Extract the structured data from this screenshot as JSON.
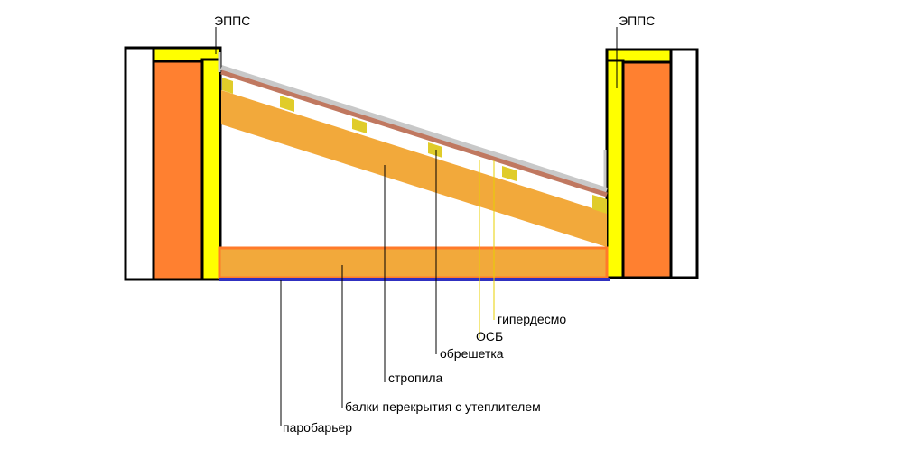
{
  "labels": {
    "epps_left": "ЭППС",
    "epps_right": "ЭППС",
    "hyperdesmo": "гипердесмо",
    "osb": "ОСБ",
    "obreshetka": "обрешетка",
    "stropila": "стропила",
    "balki": "балки перекрытия с утеплителем",
    "parobarier": "паробарьер"
  },
  "colors": {
    "outline": "#000000",
    "wall_fill": "#ffffff",
    "brick": "#ff8030",
    "epps": "#ffff00",
    "rafter": "#f2a93b",
    "batten": "#e0cc2a",
    "osb": "#c07860",
    "membrane": "#c8c8c8",
    "vapor_barrier": "#3030c0",
    "beam_border": "#ff7a2a",
    "leader_yellow": "#e8d000"
  }
}
